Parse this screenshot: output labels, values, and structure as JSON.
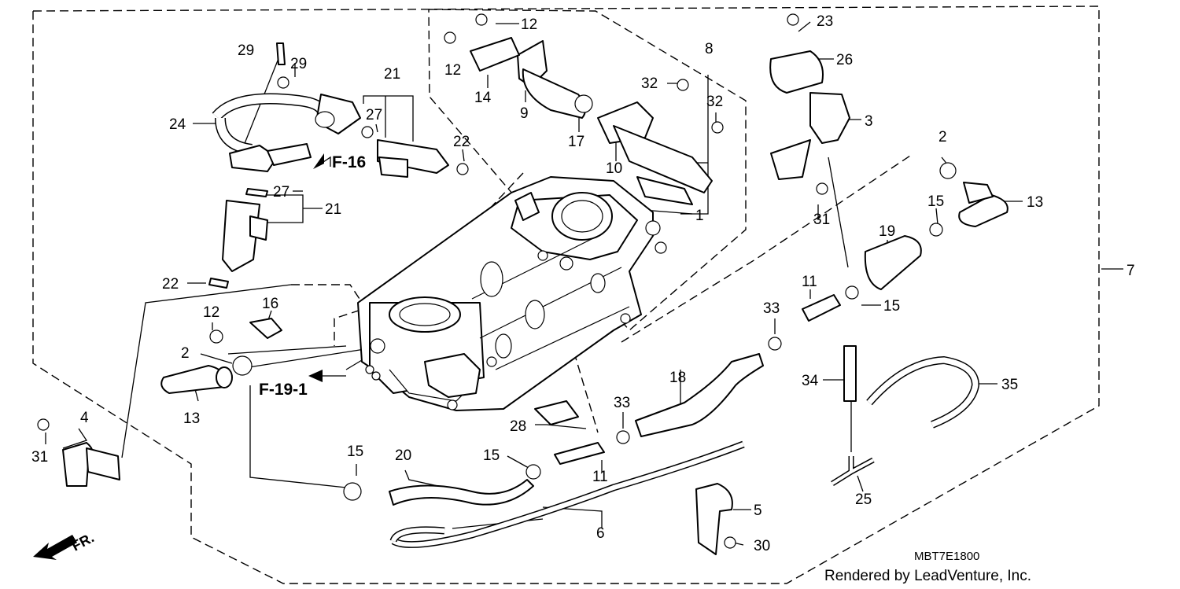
{
  "diagram": {
    "callouts": [
      {
        "id": "c-1",
        "text": "1"
      },
      {
        "id": "c-2a",
        "text": "2"
      },
      {
        "id": "c-2b",
        "text": "2"
      },
      {
        "id": "c-3",
        "text": "3"
      },
      {
        "id": "c-4",
        "text": "4"
      },
      {
        "id": "c-5",
        "text": "5"
      },
      {
        "id": "c-6",
        "text": "6"
      },
      {
        "id": "c-7",
        "text": "7"
      },
      {
        "id": "c-8",
        "text": "8"
      },
      {
        "id": "c-9",
        "text": "9"
      },
      {
        "id": "c-10",
        "text": "10"
      },
      {
        "id": "c-11a",
        "text": "11"
      },
      {
        "id": "c-11b",
        "text": "11"
      },
      {
        "id": "c-12a",
        "text": "12"
      },
      {
        "id": "c-12b",
        "text": "12"
      },
      {
        "id": "c-12c",
        "text": "12"
      },
      {
        "id": "c-13a",
        "text": "13"
      },
      {
        "id": "c-13b",
        "text": "13"
      },
      {
        "id": "c-14",
        "text": "14"
      },
      {
        "id": "c-15a",
        "text": "15"
      },
      {
        "id": "c-15b",
        "text": "15"
      },
      {
        "id": "c-15c",
        "text": "15"
      },
      {
        "id": "c-15d",
        "text": "15"
      },
      {
        "id": "c-16",
        "text": "16"
      },
      {
        "id": "c-17",
        "text": "17"
      },
      {
        "id": "c-18",
        "text": "18"
      },
      {
        "id": "c-19",
        "text": "19"
      },
      {
        "id": "c-20",
        "text": "20"
      },
      {
        "id": "c-21a",
        "text": "21"
      },
      {
        "id": "c-21b",
        "text": "21"
      },
      {
        "id": "c-22a",
        "text": "22"
      },
      {
        "id": "c-22b",
        "text": "22"
      },
      {
        "id": "c-23",
        "text": "23"
      },
      {
        "id": "c-24",
        "text": "24"
      },
      {
        "id": "c-25",
        "text": "25"
      },
      {
        "id": "c-26",
        "text": "26"
      },
      {
        "id": "c-27a",
        "text": "27"
      },
      {
        "id": "c-27b",
        "text": "27"
      },
      {
        "id": "c-28",
        "text": "28"
      },
      {
        "id": "c-29a",
        "text": "29"
      },
      {
        "id": "c-29b",
        "text": "29"
      },
      {
        "id": "c-30",
        "text": "30"
      },
      {
        "id": "c-31a",
        "text": "31"
      },
      {
        "id": "c-31b",
        "text": "31"
      },
      {
        "id": "c-32a",
        "text": "32"
      },
      {
        "id": "c-32b",
        "text": "32"
      },
      {
        "id": "c-33a",
        "text": "33"
      },
      {
        "id": "c-33b",
        "text": "33"
      },
      {
        "id": "c-34",
        "text": "34"
      },
      {
        "id": "c-35",
        "text": "35"
      }
    ],
    "references": {
      "f16": "F-16",
      "f191": "F-19-1"
    },
    "front_marker": "FR.",
    "diagram_code": "MBT7E1800",
    "credit": "Rendered by LeadVenture, Inc."
  }
}
